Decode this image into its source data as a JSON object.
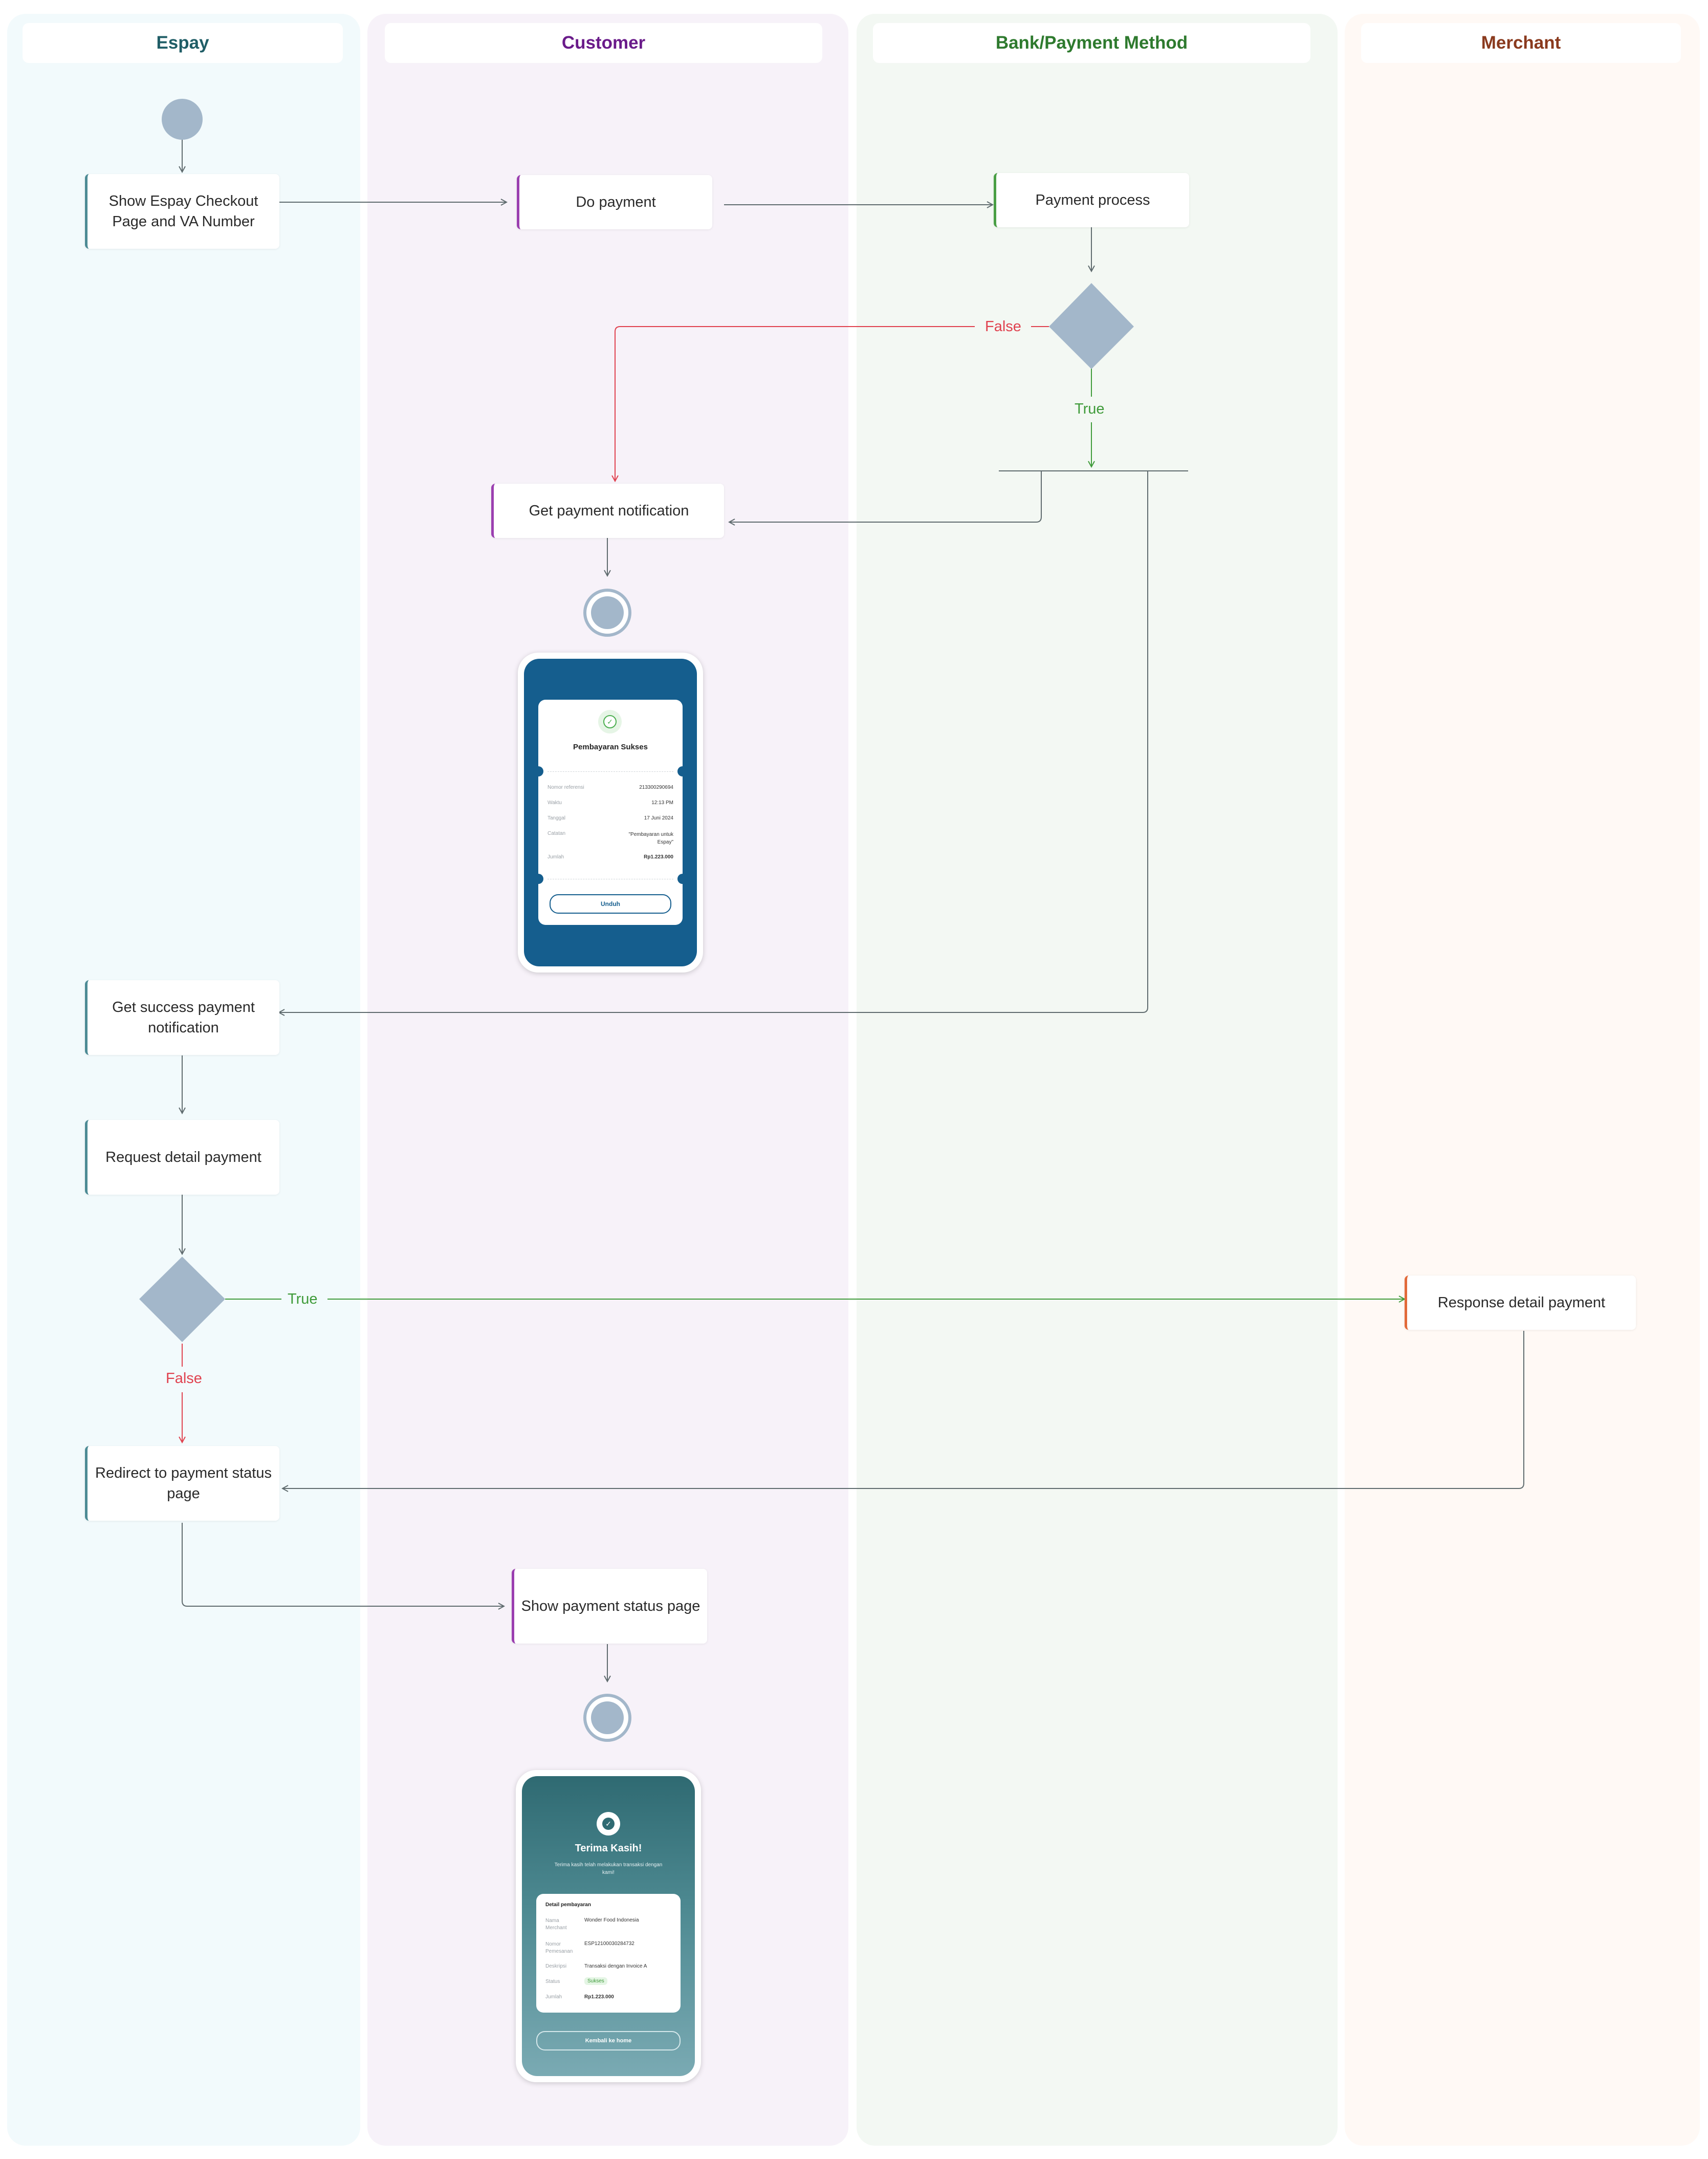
{
  "lanes": [
    {
      "title": "Espay",
      "color": "#1f5d66",
      "bg": "#f2fafc"
    },
    {
      "title": "Customer",
      "color": "#6a1b8a",
      "bg": "#f7f2f9"
    },
    {
      "title": "Bank/Payment Method",
      "color": "#2e7a2e",
      "bg": "#f3f8f3"
    },
    {
      "title": "Merchant",
      "color": "#8a3a1e",
      "bg": "#fff9f5"
    }
  ],
  "nodes": {
    "show_checkout": "Show Espay Checkout Page and VA Number",
    "do_payment": "Do payment",
    "payment_process": "Payment process",
    "get_payment_notification": "Get payment notification",
    "get_success_notification": "Get success payment notification",
    "request_detail": "Request detail payment",
    "response_detail": "Response detail payment",
    "redirect_status": "Redirect to payment status page",
    "show_status_page": "Show payment status page"
  },
  "labels": {
    "true": "True",
    "false": "False"
  },
  "colors": {
    "start_node": "#a3b7ca",
    "decision": "#a3b7ca",
    "line": "#5f6b6e",
    "true_line": "#3f9b3a",
    "false_line": "#e0424f",
    "cust_line": "#9b3fb0"
  },
  "phone1": {
    "title": "Pembayaran Sukses",
    "rows": [
      {
        "k": "Nomor referensi",
        "v": "213300290694"
      },
      {
        "k": "Waktu",
        "v": "12:13 PM"
      },
      {
        "k": "Tanggal",
        "v": "17 Juni 2024"
      },
      {
        "k": "Catatan",
        "v": "\"Pembayaran untuk Espay\""
      },
      {
        "k": "Jumlah",
        "v": "Rp1.223.000"
      }
    ],
    "button": "Unduh"
  },
  "phone2": {
    "title": "Terima Kasih!",
    "subtitle": "Terima kasih telah melakukan transaksi dengan kami!",
    "card_title": "Detail pembayaran",
    "rows": [
      {
        "k": "Nama Merchant",
        "v": "Wonder Food Indonesia"
      },
      {
        "k": "Nomor Pemesanan",
        "v": "ESP12100030284732"
      },
      {
        "k": "Deskripsi",
        "v": "Transaksi dengan Invoice A"
      },
      {
        "k": "Status",
        "v": "Sukses"
      },
      {
        "k": "Jumlah",
        "v": "Rp1.223.000"
      }
    ],
    "button": "Kembali ke home"
  }
}
